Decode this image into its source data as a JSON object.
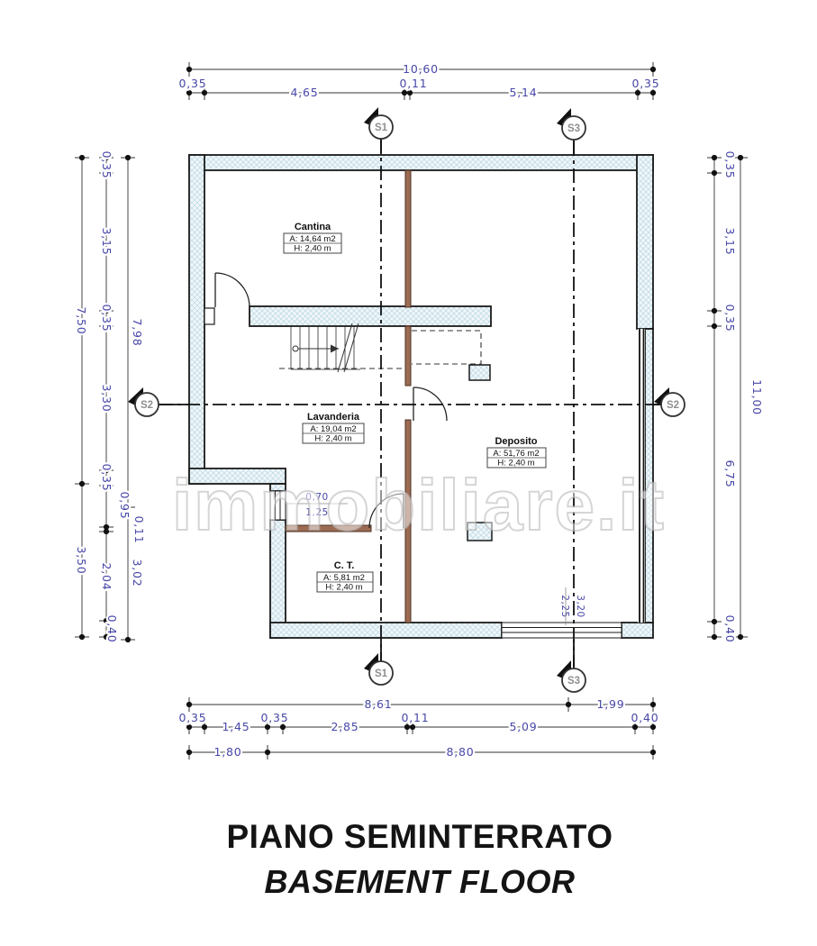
{
  "title": {
    "italian": "PIANO SEMINTERRATO",
    "english": "BASEMENT FLOOR"
  },
  "watermark_text": "immobiliare.it",
  "sections": {
    "s1": "S1",
    "s2": "S2",
    "s3": "S3"
  },
  "rooms": {
    "cantina": {
      "name": "Cantina",
      "area": "A: 14,64 m2",
      "height": "H: 2,40 m"
    },
    "lavanderia": {
      "name": "Lavanderia",
      "area": "A: 19,04 m2",
      "height": "H: 2,40 m"
    },
    "deposito": {
      "name": "Deposito",
      "area": "A: 51,76 m2",
      "height": "H: 2,40 m"
    },
    "ct": {
      "name": "C. T.",
      "area": "A: 5,81 m2",
      "height": "H: 2,40 m"
    }
  },
  "dims": {
    "top_total": "10,60",
    "top_row": [
      "0,35",
      "4,65",
      "0,11",
      "5,14",
      "0,35"
    ],
    "bottom_row1": [
      "8,61",
      "1,99"
    ],
    "bottom_row2": [
      "0,35",
      "1,45",
      "0,35",
      "2,85",
      "0,11",
      "5,09",
      "0,40"
    ],
    "bottom_row3": [
      "1,80",
      "8,80"
    ],
    "left_outer": [
      "7,50",
      "3,50"
    ],
    "left_middle": [
      "0,35",
      "3,15",
      "0,35",
      "3,30",
      "0,35",
      "0,95",
      "0,11",
      "2,04",
      "0,40"
    ],
    "left_inner": [
      "7,98",
      "3,02"
    ],
    "right_inner": [
      "0,35",
      "3,15",
      "0,35",
      "6,75",
      "0,40"
    ],
    "right_outer": "11,00",
    "window_left": {
      "width": "0,70",
      "sill": "1,25"
    },
    "window_bottom": {
      "width": "2,25",
      "sill": "3,20"
    }
  },
  "colors": {
    "dimension_text": "#4747a8",
    "wall_hatch": "#c3dde8",
    "partition_brown": "#9c6b53",
    "outline": "#1a1a1a"
  }
}
